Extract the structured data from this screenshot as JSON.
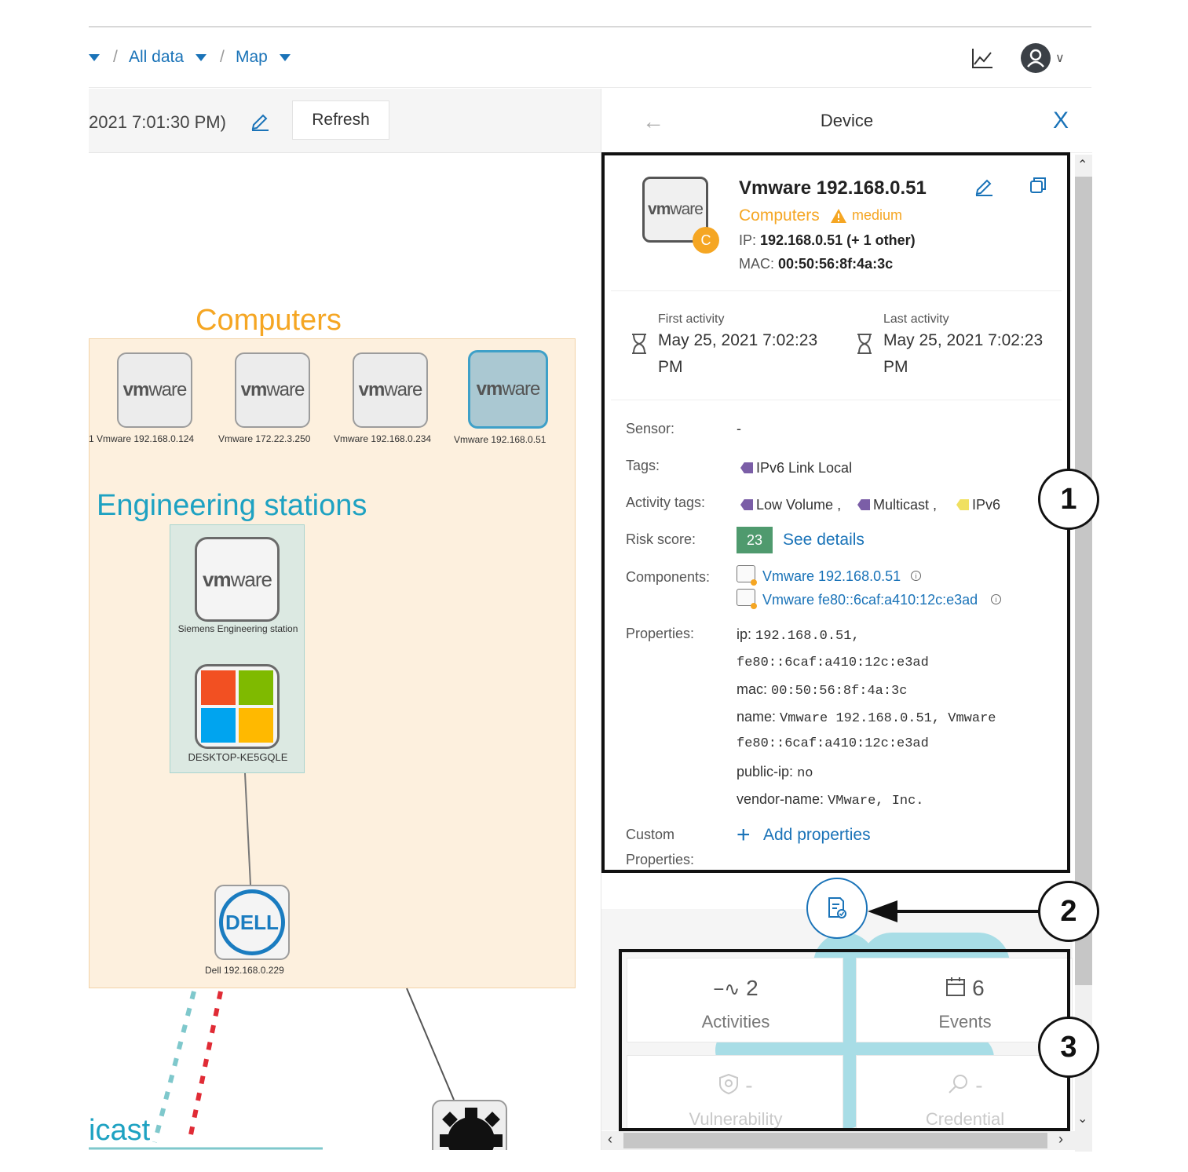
{
  "breadcrumb": {
    "items": [
      {
        "label": "All data"
      },
      {
        "label": "Map"
      }
    ],
    "separator": "/"
  },
  "header_icons": {
    "chart": "line-chart-icon",
    "user": "user-avatar-icon"
  },
  "map_toolbar": {
    "timestamp": "2021 7:01:30 PM)",
    "refresh_label": "Refresh"
  },
  "map": {
    "computers_title": "Computers",
    "computer_nodes": [
      {
        "label": "1 Vmware 192.168.0.124",
        "logo": "vmware",
        "selected": false
      },
      {
        "label": "Vmware 172.22.3.250",
        "logo": "vmware",
        "selected": false
      },
      {
        "label": "Vmware 192.168.0.234",
        "logo": "vmware",
        "selected": false
      },
      {
        "label": "Vmware 192.168.0.51",
        "logo": "vmware",
        "selected": true
      }
    ],
    "eng_title": "Engineering stations",
    "eng_nodes": [
      {
        "label": "Siemens Engineering station",
        "logo": "vmware"
      },
      {
        "label": "DESKTOP-KE5GQLE",
        "logo": "windows"
      }
    ],
    "dell_node": {
      "label": "Dell 192.168.0.229",
      "logo": "DELL"
    },
    "multicast_text": "icast"
  },
  "device_panel": {
    "title": "Device",
    "name": "Vmware 192.168.0.51",
    "logo": "vmware",
    "type_badge": "C",
    "type": "Computers",
    "criticality": "medium",
    "ip_label": "IP:",
    "ip_value": "192.168.0.51 (+ 1 other)",
    "mac_label": "MAC:",
    "mac_value": "00:50:56:8f:4a:3c",
    "first_activity_label": "First activity",
    "first_activity_value": "May 25, 2021 7:02:23 PM",
    "last_activity_label": "Last activity",
    "last_activity_value": "May 25, 2021 7:02:23 PM",
    "sensor_label": "Sensor:",
    "sensor_value": "-",
    "tags_label": "Tags:",
    "tags": [
      {
        "label": "IPv6 Link Local",
        "color": "#7b5ea7"
      }
    ],
    "activity_tags_label": "Activity tags:",
    "activity_tags": [
      {
        "label": "Low Volume",
        "color": "#7b5ea7"
      },
      {
        "label": "Multicast",
        "color": "#7b5ea7"
      },
      {
        "label": "IPv6",
        "color": "#f0e060"
      }
    ],
    "risk_label": "Risk score:",
    "risk_score": "23",
    "risk_link": "See details",
    "components_label": "Components:",
    "components": [
      {
        "label": "Vmware 192.168.0.51"
      },
      {
        "label": "Vmware fe80::6caf:a410:12c:e3ad"
      }
    ],
    "properties_label": "Properties:",
    "properties": {
      "ip_key": "ip:",
      "ip_val1": "192.168.0.51,",
      "ip_val2": "fe80::6caf:a410:12c:e3ad",
      "mac_key": "mac:",
      "mac_val": "00:50:56:8f:4a:3c",
      "name_key": "name:",
      "name_val1": "Vmware 192.168.0.51, Vmware",
      "name_val2": "fe80::6caf:a410:12c:e3ad",
      "publicip_key": "public-ip:",
      "publicip_val": "no",
      "vendor_key": "vendor-name:",
      "vendor_val": "VMware, Inc."
    },
    "custom_props_label1": "Custom",
    "custom_props_label2": "Properties:",
    "add_properties": "Add properties"
  },
  "widgets": [
    {
      "icon": "activity-pulse-icon",
      "count": "2",
      "label": "Activities"
    },
    {
      "icon": "calendar-icon",
      "count": "6",
      "label": "Events"
    },
    {
      "icon": "shield-icon",
      "count": "-",
      "label": "Vulnerability"
    },
    {
      "icon": "key-search-icon",
      "count": "-",
      "label": "Credential"
    }
  ],
  "callouts": [
    "1",
    "2",
    "3"
  ],
  "colors": {
    "link": "#1a73b8",
    "computers": "#f5a623",
    "engineering": "#1ea2c2",
    "risk": "#4f9a6e"
  }
}
